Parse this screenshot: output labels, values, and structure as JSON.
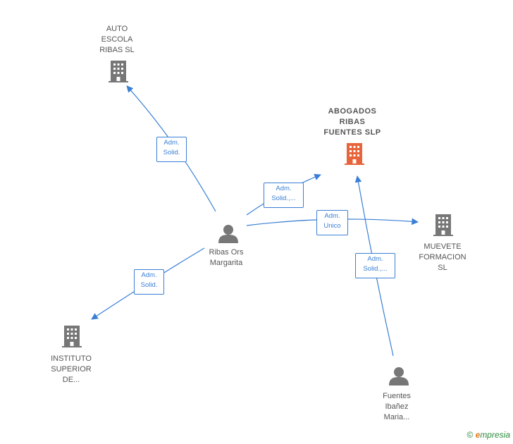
{
  "nodes": [
    {
      "id": "auto-escola",
      "label": "AUTO\nESCOLA\nRIBAS SL",
      "type": "company",
      "color": "#777777"
    },
    {
      "id": "abogados",
      "label": "ABOGADOS\nRIBAS\nFUENTES  SLP",
      "type": "company",
      "color": "#e8643a",
      "main": true
    },
    {
      "id": "muevete",
      "label": "MUEVETE\nFORMACION\nSL",
      "type": "company",
      "color": "#777777"
    },
    {
      "id": "instituto",
      "label": "INSTITUTO\nSUPERIOR\nDE...",
      "type": "company",
      "color": "#777777"
    },
    {
      "id": "ribas-ors",
      "label": "Ribas Ors\nMargarita",
      "type": "person",
      "color": "#777777"
    },
    {
      "id": "fuentes",
      "label": "Fuentes\nIbañez\nMaria...",
      "type": "person",
      "color": "#777777"
    }
  ],
  "edges": [
    {
      "from": "ribas-ors",
      "to": "auto-escola",
      "label": "Adm.\nSolid."
    },
    {
      "from": "ribas-ors",
      "to": "abogados",
      "label": "Adm.\nSolid.,..."
    },
    {
      "from": "ribas-ors",
      "to": "muevete",
      "label": "Adm.\nUnico"
    },
    {
      "from": "ribas-ors",
      "to": "instituto",
      "label": "Adm.\nSolid."
    },
    {
      "from": "fuentes",
      "to": "abogados",
      "label": "Adm.\nSolid.,..."
    }
  ],
  "colors": {
    "edge": "#3a7fd5",
    "main_company": "#e8643a",
    "node": "#777777"
  },
  "copyright": {
    "symbol": "©",
    "brand_e": "e",
    "brand_rest": "mpresia"
  }
}
